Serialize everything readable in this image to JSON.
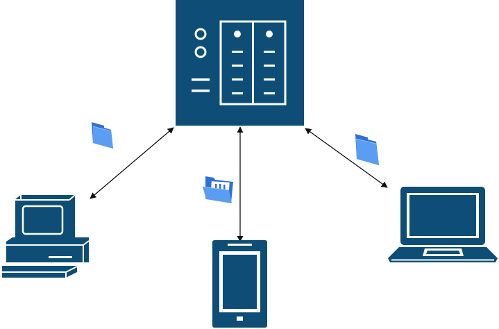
{
  "diagram": {
    "nodes": [
      {
        "id": "server",
        "icon": "nas-server-icon"
      },
      {
        "id": "desktop",
        "icon": "desktop-computer-icon"
      },
      {
        "id": "phone",
        "icon": "smartphone-icon"
      },
      {
        "id": "laptop",
        "icon": "laptop-icon"
      }
    ],
    "connections": [
      {
        "from": "server",
        "to": "desktop",
        "direction": "bidirectional"
      },
      {
        "from": "server",
        "to": "phone",
        "direction": "bidirectional"
      },
      {
        "from": "server",
        "to": "laptop",
        "direction": "bidirectional"
      }
    ],
    "transfer_icons": [
      "folder-icon",
      "open-folder-icon",
      "folder-icon"
    ]
  },
  "colors": {
    "device": "#0e4e76",
    "folder_light": "#5b9df2",
    "folder_dark": "#2e6fd8",
    "arrow": "#111111",
    "background": "#ffffff"
  }
}
